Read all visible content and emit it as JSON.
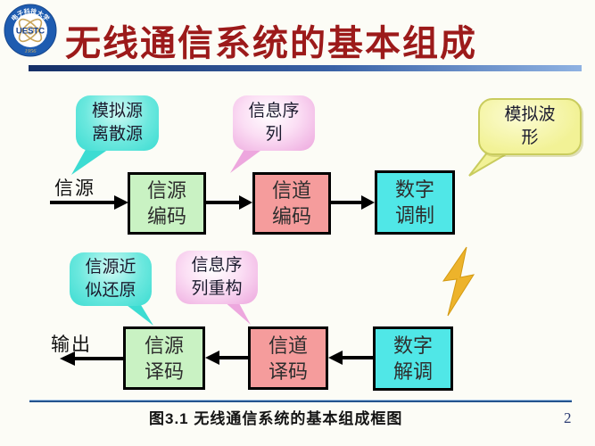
{
  "page": {
    "number": "2",
    "caption": "图3.1  无线通信系统的基本组成框图"
  },
  "header": {
    "title": "无线通信系统的基本组成",
    "logo": {
      "university": "电子科技大学",
      "acronym": "UESTC",
      "year": "1956"
    }
  },
  "flow": {
    "input_label": "信源",
    "output_label": "输出",
    "boxes": {
      "source_encoder": {
        "line1": "信源",
        "line2": "编码",
        "fill": "#c9f2c3"
      },
      "channel_encoder": {
        "line1": "信道",
        "line2": "编码",
        "fill": "#f59c9c"
      },
      "digital_modulator": {
        "line1": "数字",
        "line2": "调制",
        "fill": "#50e7e7"
      },
      "source_decoder": {
        "line1": "信源",
        "line2": "译码",
        "fill": "#c9f2c3"
      },
      "channel_decoder": {
        "line1": "信道",
        "line2": "译码",
        "fill": "#f59c9c"
      },
      "digital_demodulator": {
        "line1": "数字",
        "line2": "解调",
        "fill": "#50e7e7"
      }
    },
    "callouts": {
      "analog_discrete_source": {
        "line1": "模拟源",
        "line2": "离散源",
        "fill": "#3cdcd2"
      },
      "info_sequence": {
        "line1": "信息序",
        "line2": "列",
        "fill": "#eda7de"
      },
      "analog_waveform": {
        "line1": "模拟波",
        "line2": "形",
        "fill": "#f2f296"
      },
      "source_approx_restore": {
        "line1": "信源近",
        "line2": "似还原",
        "fill": "#3cdcd2"
      },
      "info_sequence_reconstruct": {
        "line1": "信息序",
        "line2": "列重构",
        "fill": "#eda7de"
      }
    }
  },
  "colors": {
    "title": "#9c1a1a",
    "underline_left": "#152f66",
    "underline_right": "#8fb2e2",
    "lightning": "#edb32b",
    "arrow": "#000000"
  }
}
